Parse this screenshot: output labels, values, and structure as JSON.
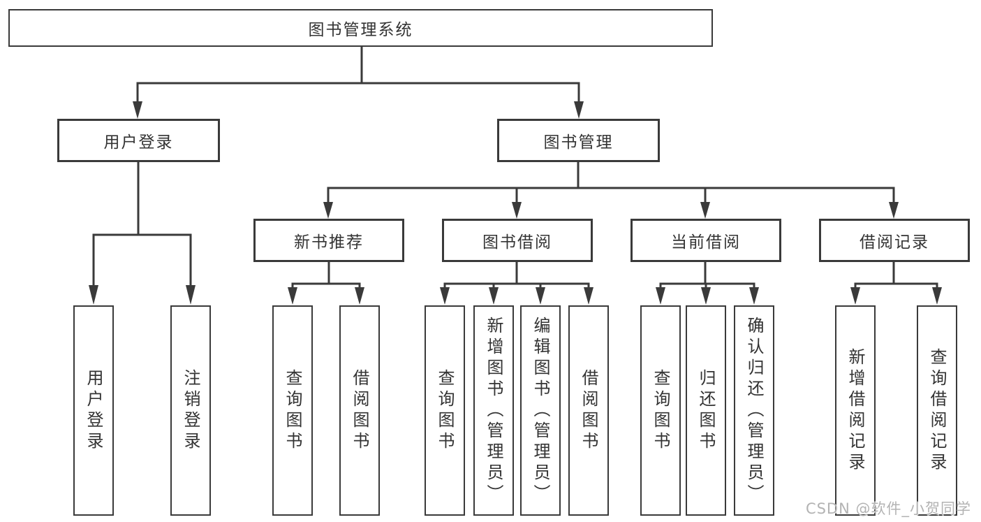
{
  "tree": {
    "root": "图书管理系统",
    "branches": [
      {
        "label": "用户登录",
        "children": [
          "用户登录",
          "注销登录"
        ]
      },
      {
        "label": "图书管理",
        "sections": [
          {
            "label": "新书推荐",
            "children": [
              "查询图书",
              "借阅图书"
            ]
          },
          {
            "label": "图书借阅",
            "children": [
              "查询图书",
              "新增图书（管理员）",
              "编辑图书（管理员）",
              "借阅图书"
            ]
          },
          {
            "label": "当前借阅",
            "children": [
              "查询图书",
              "归还图书",
              "确认归还（管理员）"
            ]
          },
          {
            "label": "借阅记录",
            "children": [
              "新增借阅记录",
              "查询借阅记录"
            ]
          }
        ]
      }
    ]
  },
  "watermark": "CSDN @软件_小贺同学",
  "colors": {
    "line": "#3a3a3a",
    "text": "#333333",
    "watermark": "#b3b3b3"
  }
}
